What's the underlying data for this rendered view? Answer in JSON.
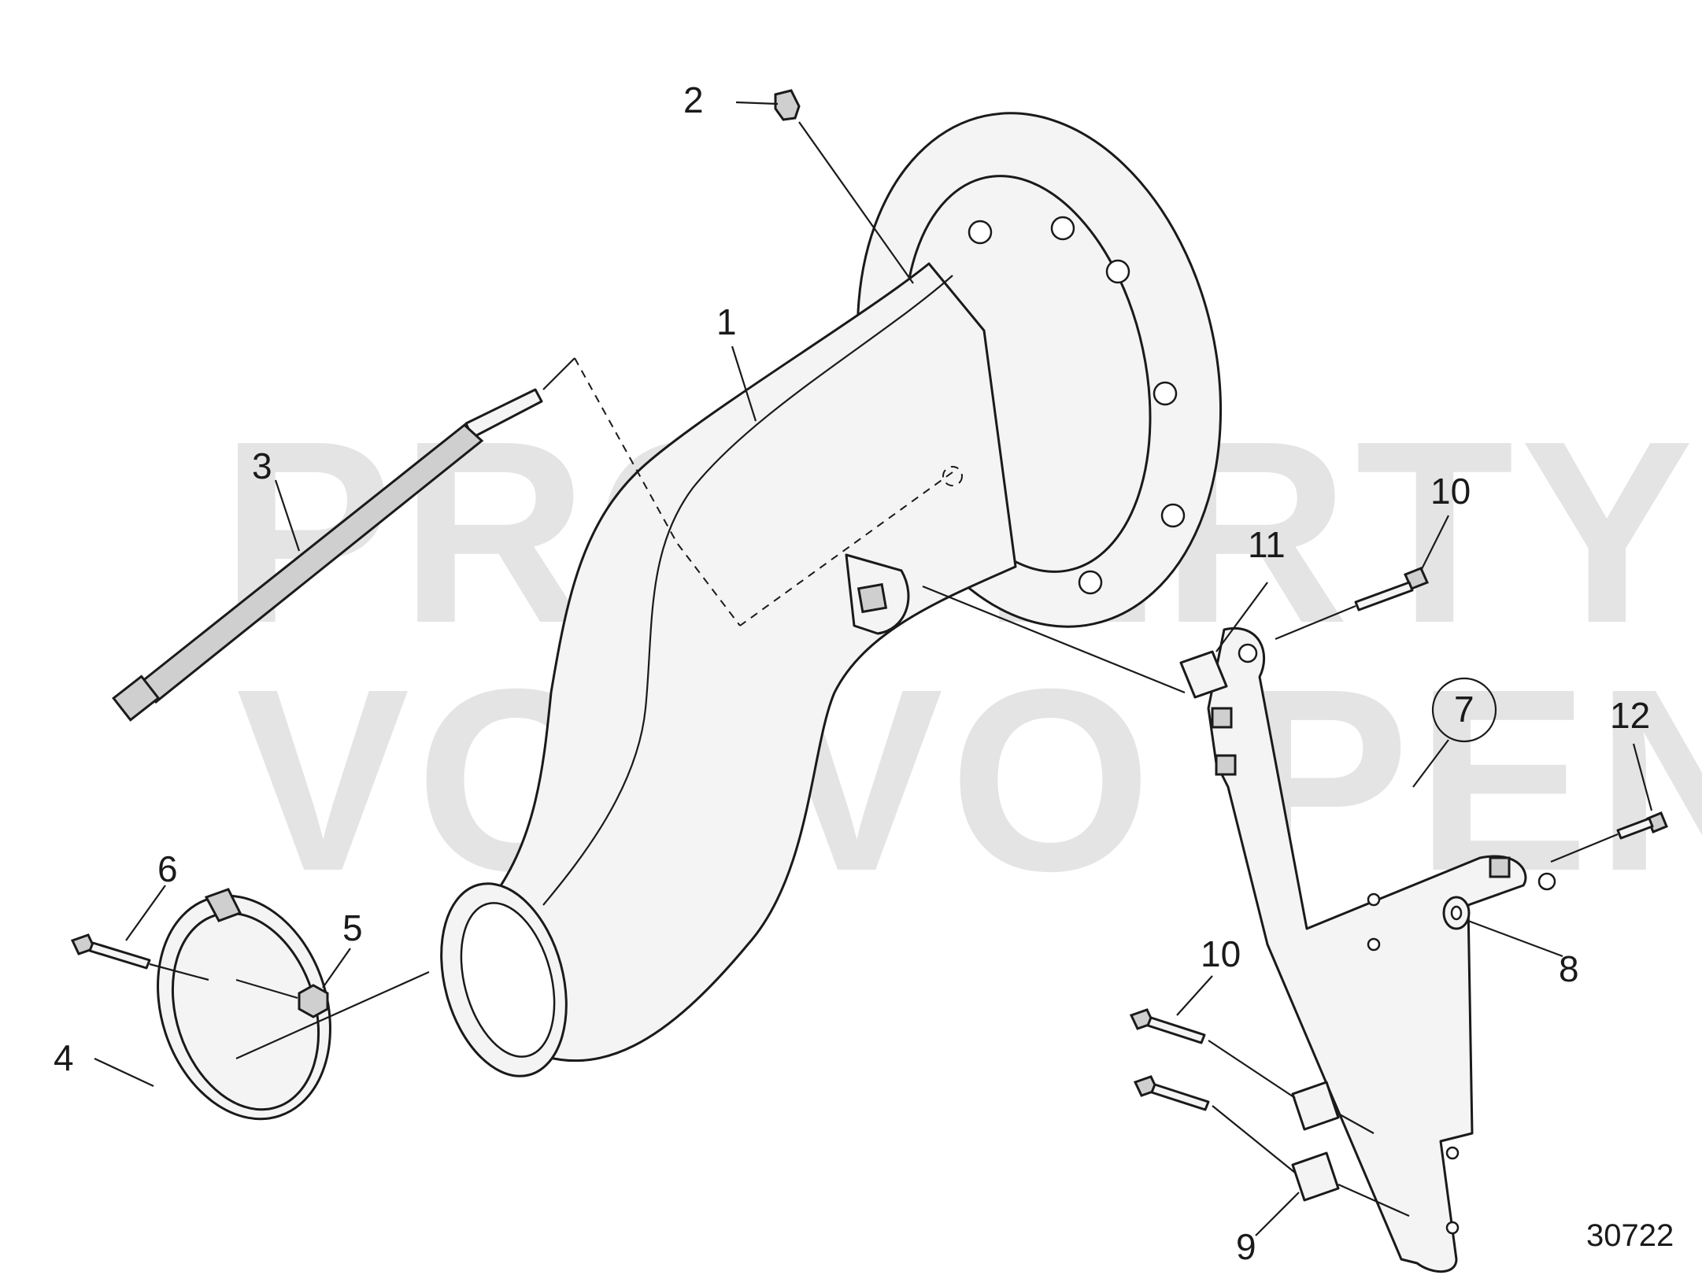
{
  "watermark": {
    "line1": "PROPERTY OF",
    "line2": "VOLVO PENTA"
  },
  "callouts": [
    "1",
    "2",
    "3",
    "4",
    "5",
    "6",
    "7",
    "8",
    "9",
    "10",
    "10",
    "11",
    "12"
  ],
  "drawing_number": "30722"
}
